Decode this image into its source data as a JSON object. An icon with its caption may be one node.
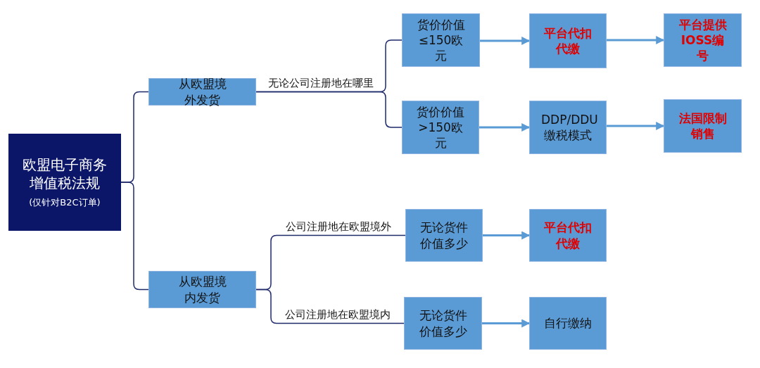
{
  "diagram": {
    "nodes": [
      {
        "text": [
          "欧盟电子商务增值税法规",
          "(仅针对B2C订单)"
        ]
      },
      {
        "text": [
          "从欧盟境外发货"
        ]
      },
      {
        "text": [
          "从欧盟境内发货"
        ]
      },
      {
        "text": [
          "货价价值 ≤150欧元"
        ]
      },
      {
        "text": [
          "货价价值 >150欧元"
        ]
      },
      {
        "text": [
          "平台代扣代缴"
        ]
      },
      {
        "text": [
          "DDP/DDU 缴税模式"
        ]
      },
      {
        "text": [
          "平台提供 IOSS编号"
        ]
      },
      {
        "text": [
          "法国限制销售"
        ]
      },
      {
        "text": [
          "无论货件价值多少"
        ]
      },
      {
        "text": [
          "平台代扣代缴"
        ]
      },
      {
        "text": [
          "无论货件价值多少"
        ]
      },
      {
        "text": [
          "自行缴纳"
        ]
      }
    ],
    "edges": [
      {
        "from": 0,
        "to": 1,
        "arrow": "none"
      },
      {
        "from": 0,
        "to": 2,
        "arrow": "none"
      },
      {
        "from": 1,
        "to": 3,
        "arrow": "none",
        "label": "无论公司注册地在哪里"
      },
      {
        "from": 1,
        "to": 4,
        "arrow": "none"
      },
      {
        "from": 2,
        "to": 9,
        "arrow": "none",
        "label": "公司注册地在欧盟境外"
      },
      {
        "from": 2,
        "to": 11,
        "arrow": "none",
        "label": "公司注册地在欧盟境内"
      },
      {
        "from": 3,
        "to": 5,
        "arrow": "to",
        "color": "#5b9bd5"
      },
      {
        "from": 5,
        "to": 7,
        "arrow": "to",
        "color": "#5b9bd5"
      },
      {
        "from": 4,
        "to": 6,
        "arrow": "to",
        "color": "#5b9bd5"
      },
      {
        "from": 6,
        "to": 8,
        "arrow": "to",
        "color": "#5b9bd5"
      },
      {
        "from": 9,
        "to": 10,
        "arrow": "to",
        "color": "#5b9bd5"
      },
      {
        "from": 11,
        "to": 12,
        "arrow": "to",
        "color": "#5b9bd5"
      }
    ]
  }
}
